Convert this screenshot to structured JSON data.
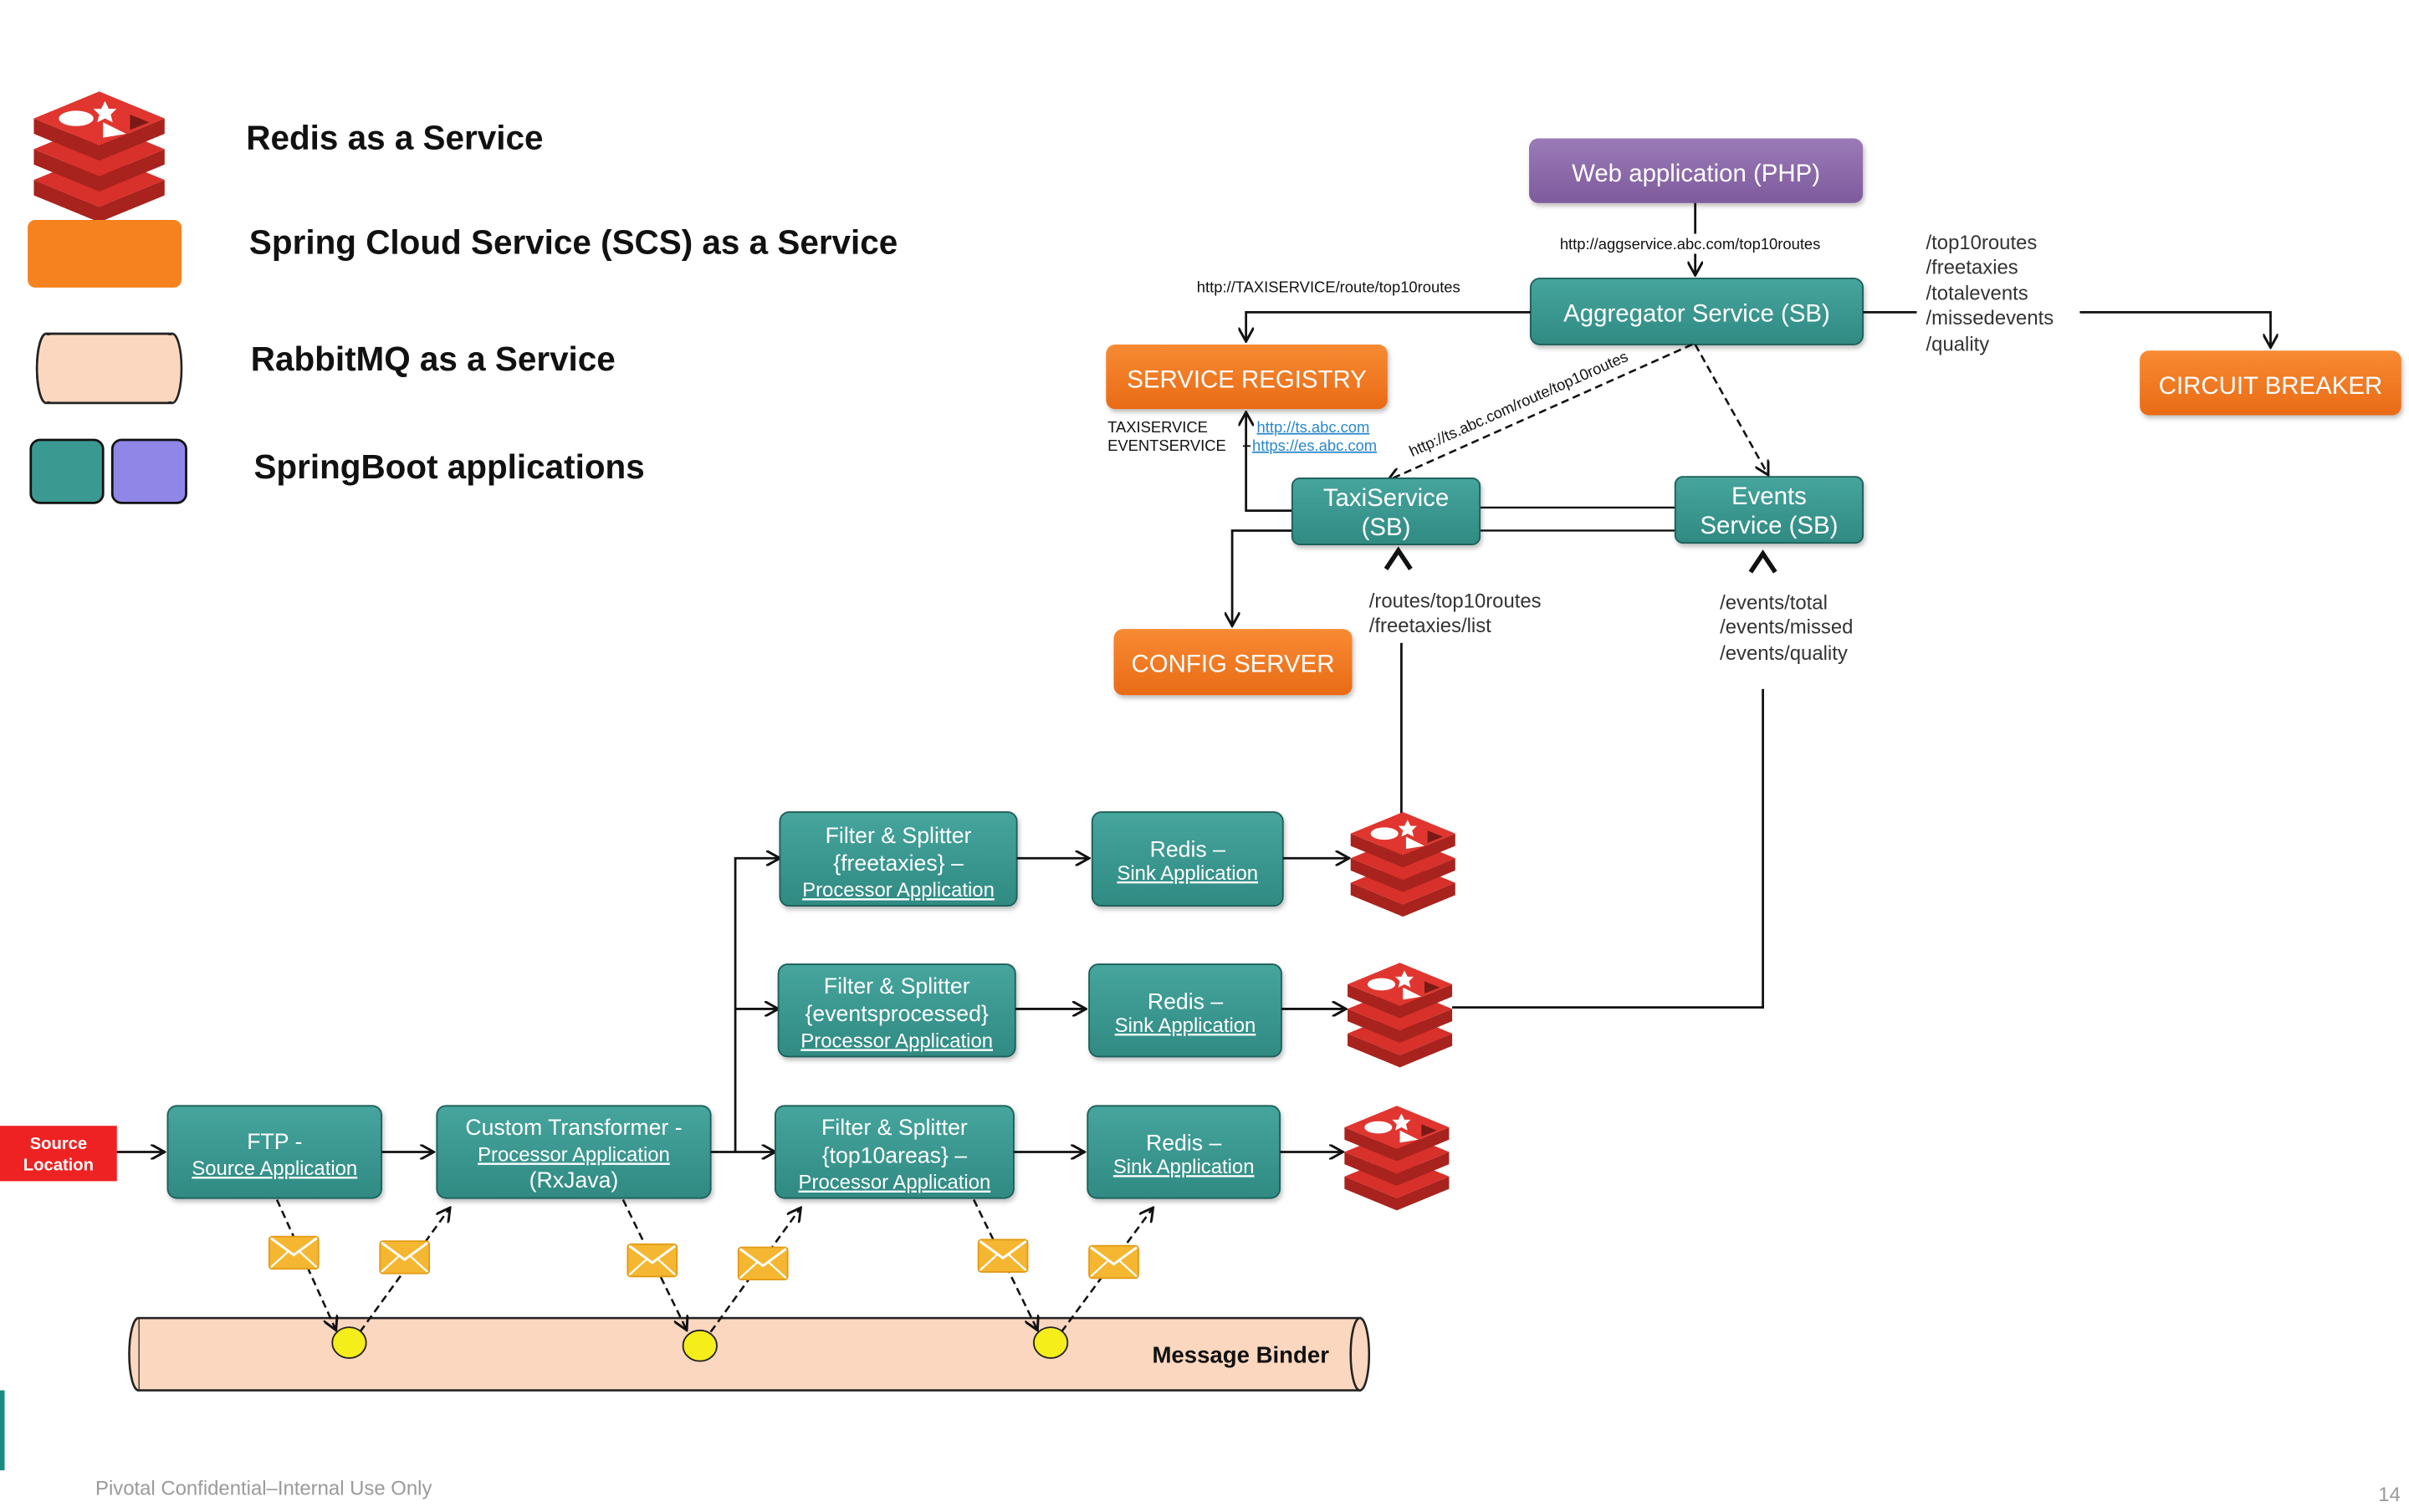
{
  "legend": {
    "redis": "Redis as a Service",
    "scs": "Spring Cloud Service (SCS) as a Service",
    "rabbitmq": "RabbitMQ as a Service",
    "springboot": "SpringBoot applications"
  },
  "top": {
    "web_app": "Web application (PHP)",
    "aggregator": "Aggregator Service (SB)",
    "service_registry": "SERVICE REGISTRY",
    "circuit_breaker": "CIRCUIT BREAKER",
    "config_server": "CONFIG SERVER",
    "taxi_service_l1": "TaxiService",
    "taxi_service_l2": "(SB)",
    "events_service_l1": "Events",
    "events_service_l2": "Service (SB)",
    "url_aggservice": "http://aggservice.abc.com/top10routes",
    "url_taxiservice_route": "http://TAXISERVICE/route/top10routes",
    "url_ts_route": "http://ts.abc.com/route/top10routes",
    "registry_taxi_label": "TAXISERVICE",
    "registry_events_label": "EVENTSERVICE",
    "registry_taxi_url": "http://ts.abc.com",
    "registry_events_url": "https://es.abc.com",
    "agg_routes": [
      "/top10routes",
      "/freetaxies",
      "/totalevents",
      "/missedevents",
      "/quality"
    ],
    "taxi_routes": [
      "/routes/top10routes",
      "/freetaxies/list"
    ],
    "events_routes": [
      "/events/total",
      "/events/missed",
      "/events/quality"
    ]
  },
  "pipeline": {
    "source_l1": "Source",
    "source_l2": "Location",
    "ftp_l1": "FTP  -",
    "ftp_l2": "Source Application",
    "transformer_l1": "Custom Transformer -",
    "transformer_l2": "Processor Application",
    "transformer_l3": "(RxJava)",
    "filter1_l1": "Filter & Splitter",
    "filter1_l2": "{freetaxies} –",
    "filter1_l3": "Processor Application",
    "filter2_l1": "Filter & Splitter",
    "filter2_l2": "{eventsprocessed}",
    "filter2_l3": "Processor Application",
    "filter3_l1": "Filter & Splitter",
    "filter3_l2": "{top10areas} –",
    "filter3_l3": "Processor Application",
    "redis_l1": "Redis –",
    "redis_l2": "Sink Application",
    "message_binder": "Message Binder"
  },
  "footer": {
    "confidential": "Pivotal Confidential–Internal Use Only",
    "page_number": "14"
  },
  "colors": {
    "teal": "#3a9a92",
    "orange": "#f07b22",
    "purple": "#8a66a8",
    "rabbit": "#fcd7bf",
    "redis_red": "#d8302a",
    "source_red": "#ee2222",
    "envelope": "#f5b731"
  }
}
